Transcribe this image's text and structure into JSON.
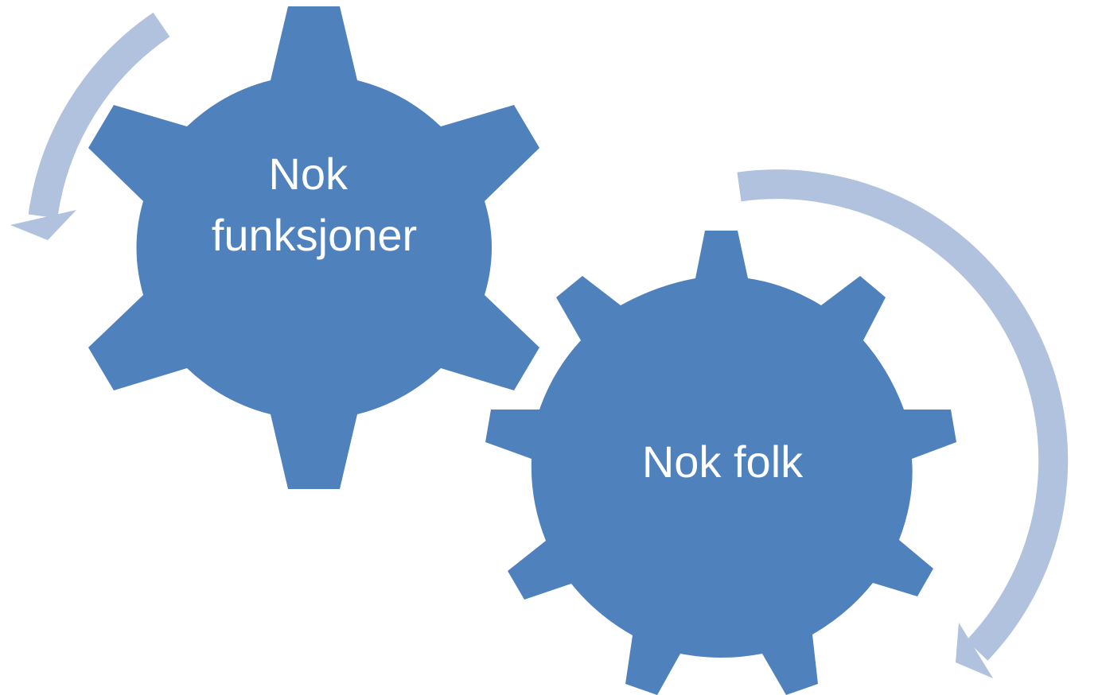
{
  "gears": [
    {
      "id": "gear-left",
      "lines": [
        "Nok",
        "funksjoner"
      ]
    },
    {
      "id": "gear-right",
      "lines": [
        "Nok folk"
      ]
    }
  ],
  "colors": {
    "gear_fill": "#4F81BD",
    "arrow_fill": "#B0C2DD",
    "text": "#FFFFFF",
    "background": "#FFFFFF"
  }
}
